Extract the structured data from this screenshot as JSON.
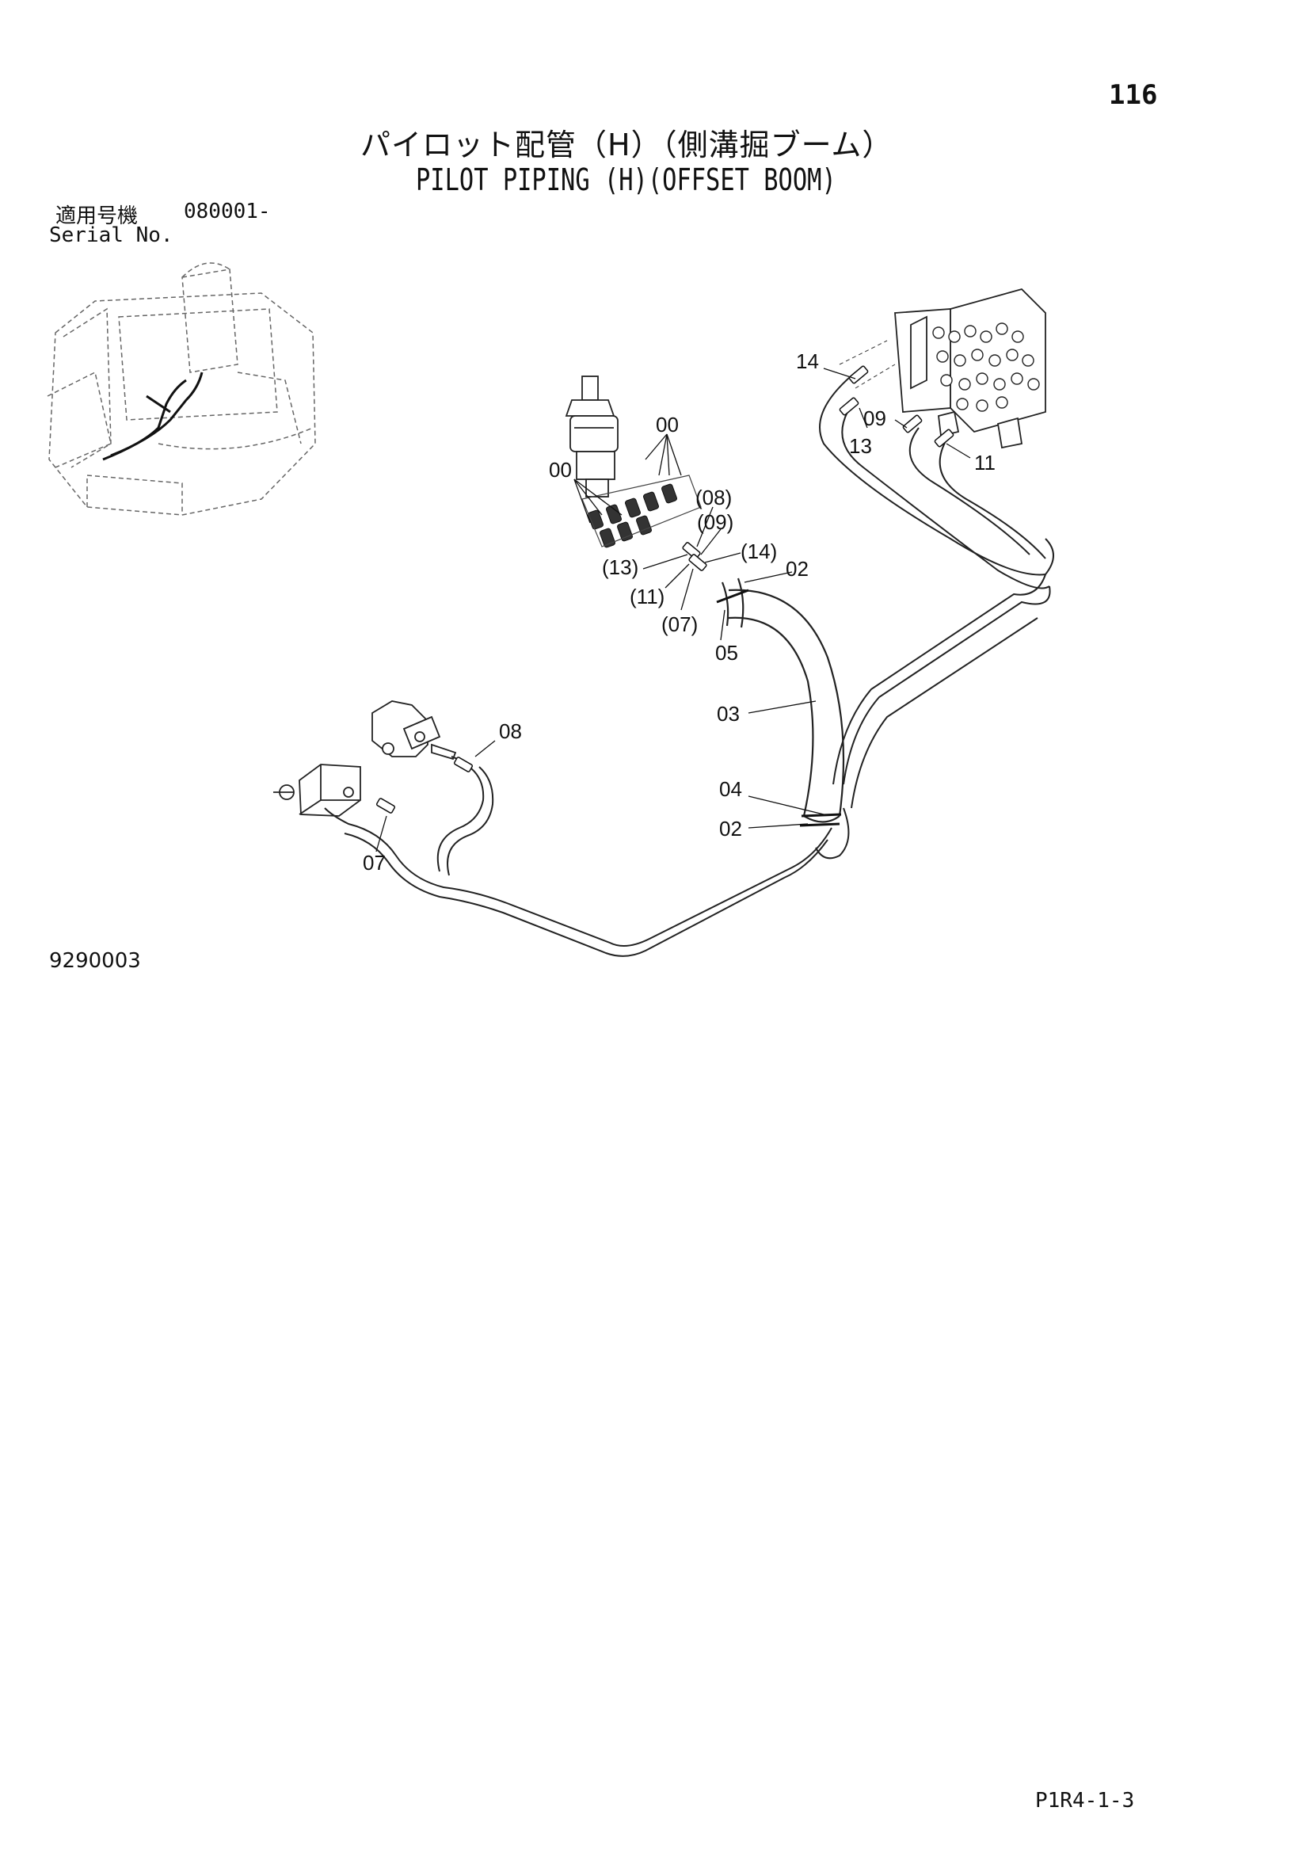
{
  "header": {
    "page_number": "116",
    "title_jp": "パイロット配管（H）（側溝掘ブーム）",
    "title_en": "PILOT PIPING (H)(OFFSET BOOM)"
  },
  "serial": {
    "label_jp": "適用号機",
    "value": "080001-",
    "label_en": "Serial No."
  },
  "figure_code": "9290003",
  "page_ref": "P1R4-1-3",
  "callouts": {
    "c00a": "00",
    "c00b": "00",
    "c08p": "(08)",
    "c09p": "(09)",
    "c14p": "(14)",
    "c13p": "(13)",
    "c11p": "(11)",
    "c07p": "(07)",
    "c02a": "02",
    "c05": "05",
    "c03": "03",
    "c04": "04",
    "c02b": "02",
    "c08": "08",
    "c07": "07",
    "c14": "14",
    "c09": "09",
    "c13": "13",
    "c11": "11"
  }
}
